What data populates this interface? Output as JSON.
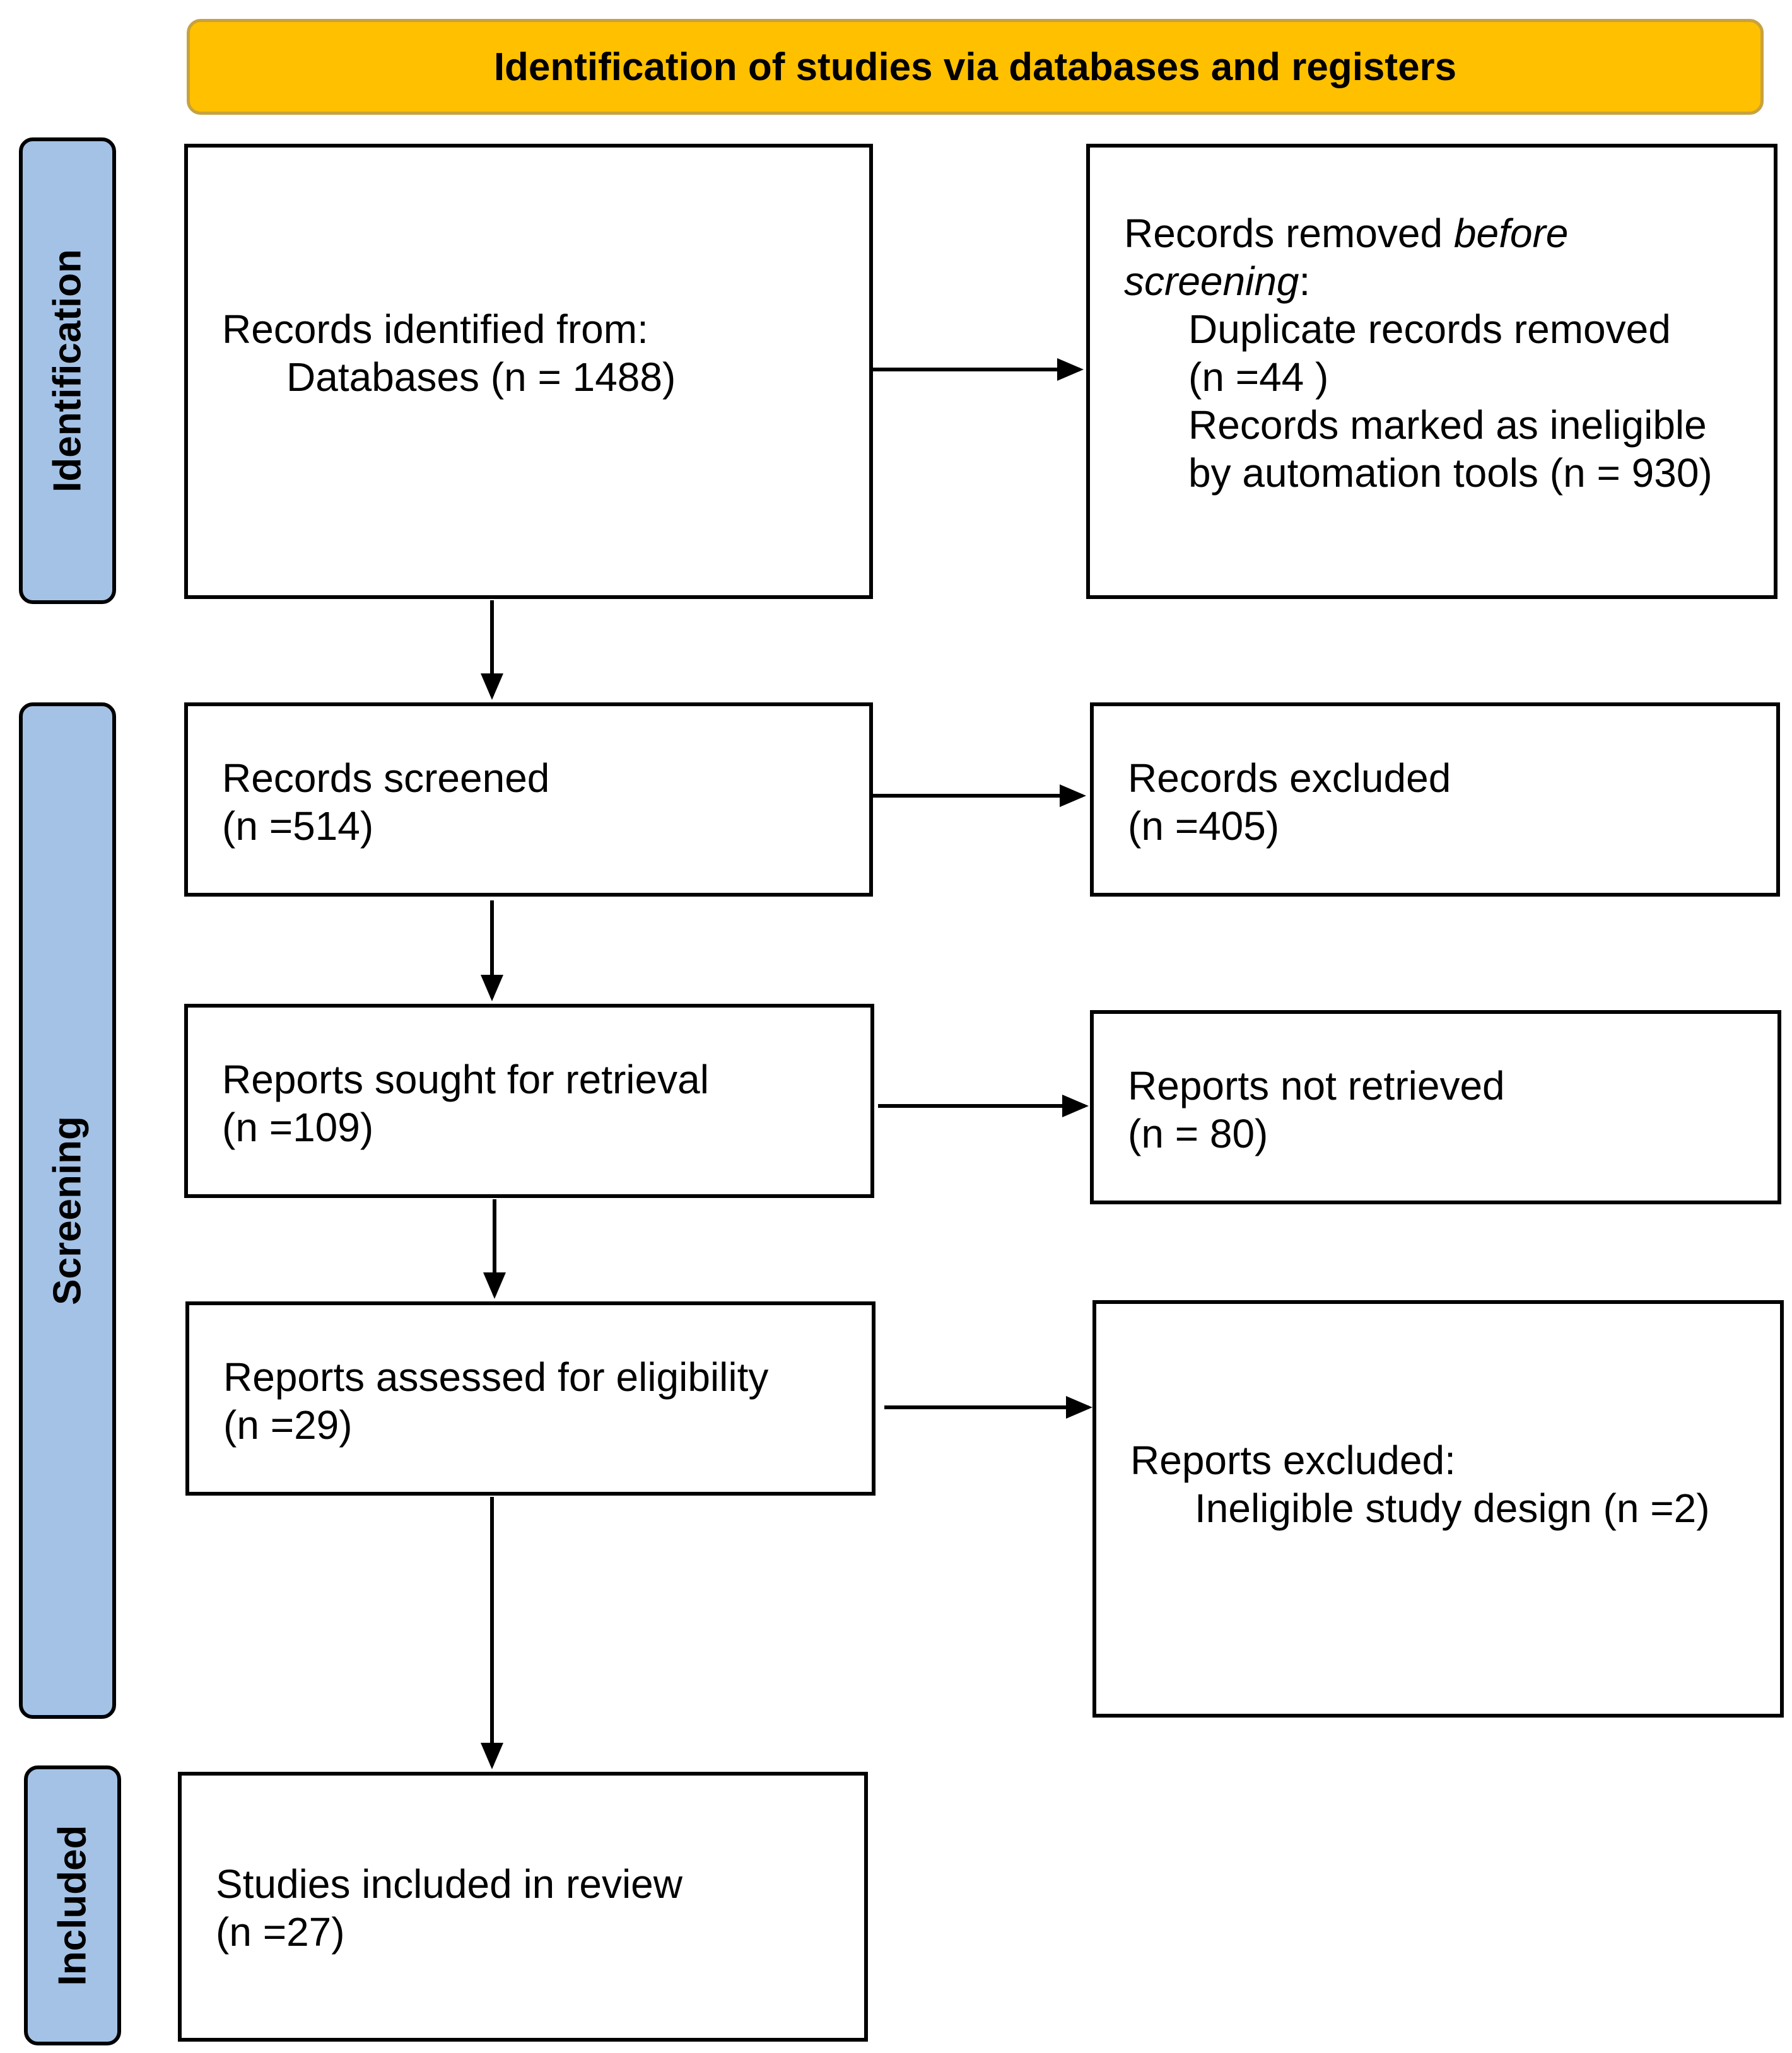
{
  "header": {
    "title": "Identification of studies via databases and registers"
  },
  "stages": {
    "identification": "Identification",
    "screening": "Screening",
    "included": "Included"
  },
  "boxes": {
    "identified": {
      "line1": "Records identified from:",
      "line2": "Databases (n = 1488)"
    },
    "removed": {
      "line1_a": "Records removed ",
      "line1_b": "before",
      "line2_a": "screening",
      "line2_b": ":",
      "line3": "Duplicate records removed",
      "line4": "(n =44 )",
      "line5": "Records marked as ineligible",
      "line6": "by automation tools (n = 930)"
    },
    "screened": {
      "line1": "Records screened",
      "line2": "(n =514)"
    },
    "excluded": {
      "line1": "Records excluded",
      "line2": "(n =405)"
    },
    "sought": {
      "line1": "Reports sought for retrieval",
      "line2": "(n =109)"
    },
    "not_retrieved": {
      "line1": "Reports not retrieved",
      "line2": "(n = 80)"
    },
    "assessed": {
      "line1": "Reports assessed for eligibility",
      "line2": "(n =29)"
    },
    "reports_excluded": {
      "line1": "Reports excluded:",
      "line2": "Ineligible study design (n =2)"
    },
    "included": {
      "line1": "Studies included in review",
      "line2": "(n =27)"
    }
  },
  "colors": {
    "header_fill": "#FFC000",
    "header_border": "#C8A23C",
    "stage_fill": "#A4C2E6"
  }
}
